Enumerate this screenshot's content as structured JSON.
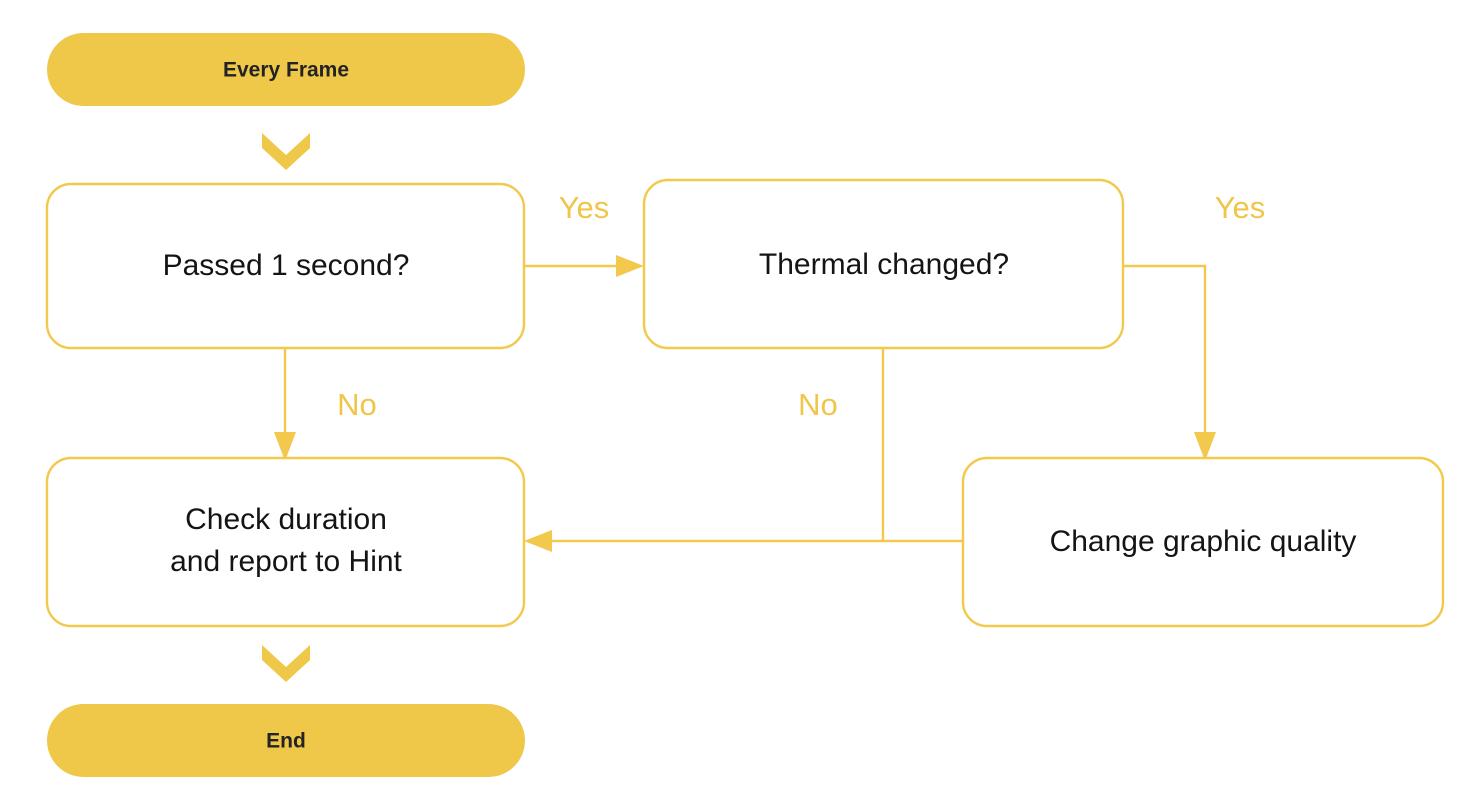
{
  "diagram": {
    "title": "Every Frame thermal check flowchart",
    "colors": {
      "pill_fill": "#EFC84A",
      "pill_text": "#232323",
      "box_fill": "#FFFFFF",
      "box_stroke": "#F2C94C",
      "box_text": "#141414",
      "connector": "#F2C94C",
      "edge_label": "#EFC54A",
      "background": "#FFFFFF"
    },
    "nodes": {
      "start": {
        "label": "Every Frame",
        "type": "terminator"
      },
      "passed_one_second": {
        "label": "Passed 1 second?",
        "type": "decision"
      },
      "thermal_changed": {
        "label": "Thermal changed?",
        "type": "decision"
      },
      "change_graphic_quality": {
        "label": "Change graphic quality",
        "type": "process"
      },
      "check_duration": {
        "label_line1": "Check duration",
        "label_line2": "and report to Hint",
        "type": "process"
      },
      "end": {
        "label": "End",
        "type": "terminator"
      }
    },
    "edges": [
      {
        "id": "start-to-passed",
        "from": "start",
        "to": "passed_one_second",
        "label": ""
      },
      {
        "id": "passed-yes",
        "from": "passed_one_second",
        "to": "thermal_changed",
        "label": "Yes"
      },
      {
        "id": "passed-no",
        "from": "passed_one_second",
        "to": "check_duration",
        "label": "No"
      },
      {
        "id": "thermal-yes",
        "from": "thermal_changed",
        "to": "change_graphic_quality",
        "label": "Yes"
      },
      {
        "id": "thermal-no",
        "from": "thermal_changed",
        "to": "check_duration",
        "label": "No"
      },
      {
        "id": "quality-to-check",
        "from": "change_graphic_quality",
        "to": "check_duration",
        "label": ""
      },
      {
        "id": "check-to-end",
        "from": "check_duration",
        "to": "end",
        "label": ""
      }
    ],
    "edge_labels": {
      "passed_yes": "Yes",
      "passed_no": "No",
      "thermal_yes": "Yes",
      "thermal_no": "No"
    }
  }
}
